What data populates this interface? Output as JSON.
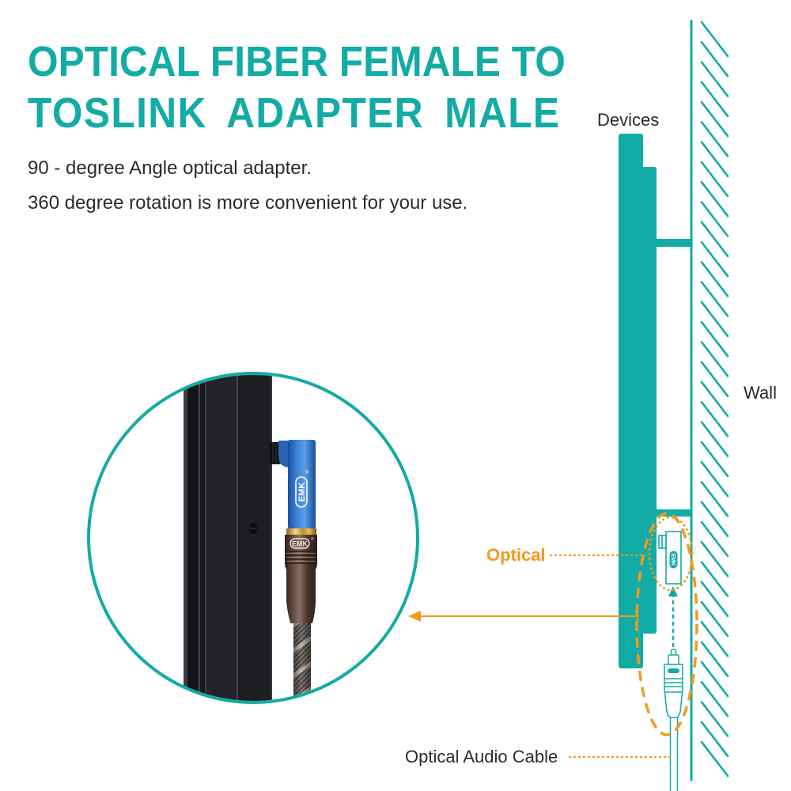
{
  "header": {
    "title_line1": "OPTICAL FIBER FEMALE TO",
    "title_line2": "TOSLINK ADAPTER MALE"
  },
  "features": [
    "90 - degree Angle optical adapter.",
    "360 degree rotation is more convenient for your use."
  ],
  "diagram": {
    "labels": {
      "devices": "Devices",
      "wall": "Wall",
      "optical": "Optical",
      "optical_audio_cable": "Optical Audio Cable"
    },
    "brand_logo": "EMK",
    "registered_mark": "®"
  },
  "colors": {
    "accent_teal": "#13ABA5",
    "callout_orange": "#F29A1F",
    "text_dark": "#2B2B2B",
    "adapter_blue": "#3F86DC",
    "connector_brown": "#6B5246"
  }
}
